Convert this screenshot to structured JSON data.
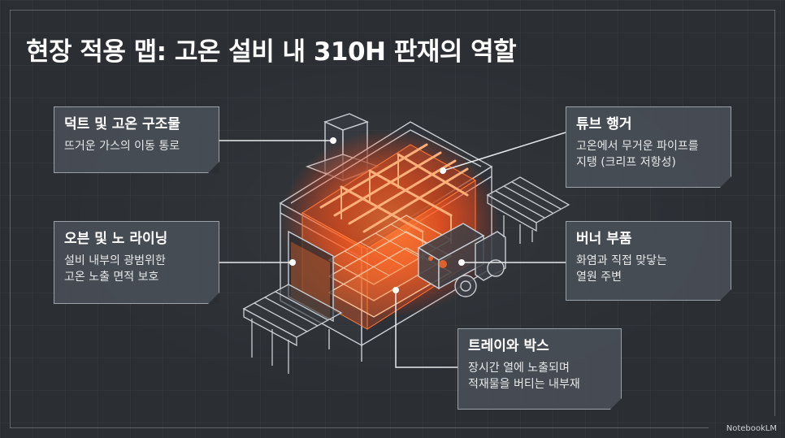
{
  "title": "현장 적용 맵: 고온 설비 내 310H 판재의 역할",
  "labels": [
    {
      "id": "duct",
      "title": "덕트 및 고온 구조물",
      "desc": "뜨거운 가스의 이동 통로"
    },
    {
      "id": "oven",
      "title": "오븐 및 노 라이닝",
      "desc": "설비 내부의 광범위한\n고온 노출 면적 보호"
    },
    {
      "id": "tube",
      "title": "튜브 행거",
      "desc": "고온에서 무거운 파이프를\n지탱 (크리프 저항성)"
    },
    {
      "id": "burner",
      "title": "버너 부품",
      "desc": "화염과 직접 맞닿는\n열원 주변"
    },
    {
      "id": "tray",
      "title": "트레이와 박스",
      "desc": "장시간 열에 노출되며\n적재물을 버티는 내부재"
    }
  ],
  "watermark": "NotebookLM",
  "colors": {
    "background": "#2b2f34",
    "line": "#c9ced3",
    "glow": "#ff5a1f",
    "hot_core": "#ff8a3c"
  }
}
